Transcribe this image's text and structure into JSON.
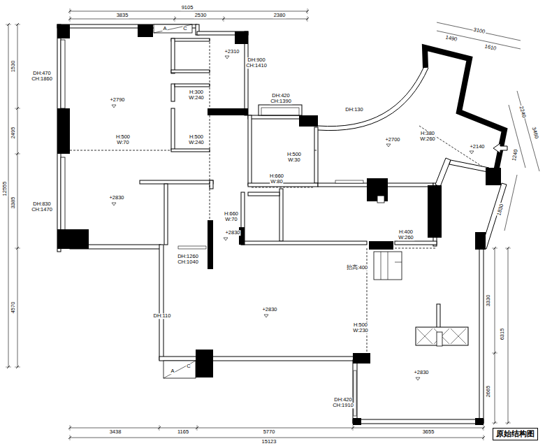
{
  "diagram": {
    "caption": "原始结构图",
    "labels": [
      "9105",
      "3835",
      "2530",
      "2380",
      "3100",
      "1490",
      "1610",
      "A",
      "C",
      "+2310",
      "DH:900",
      "CH:1410",
      "DH:470",
      "CH:1860",
      "+2790",
      "H:300",
      "W:240",
      "DH:420",
      "CH:1390",
      "DH:130",
      "+2700",
      "H:380",
      "W:260",
      "+2140",
      "2240",
      "3460",
      "1240",
      "1830",
      "1530",
      "2495",
      "12555",
      "3385",
      "4570",
      "H:500",
      "W:70",
      "H:500",
      "W:240",
      "H:500",
      "W:30",
      "H:660",
      "W:80",
      "+2830",
      "DH:830",
      "CH:1470",
      "H:660",
      "W:70",
      "+2830",
      "H:400",
      "W:260",
      "DH:1260",
      "CH:1040",
      "抬高:400",
      "3330",
      "6315",
      "DH:110",
      "+2830",
      "H:500",
      "W:230",
      "A",
      "C",
      "+2830",
      "2665",
      "DH:420",
      "CH:1910",
      "3438",
      "1165",
      "5770",
      "3655",
      "15123"
    ]
  }
}
